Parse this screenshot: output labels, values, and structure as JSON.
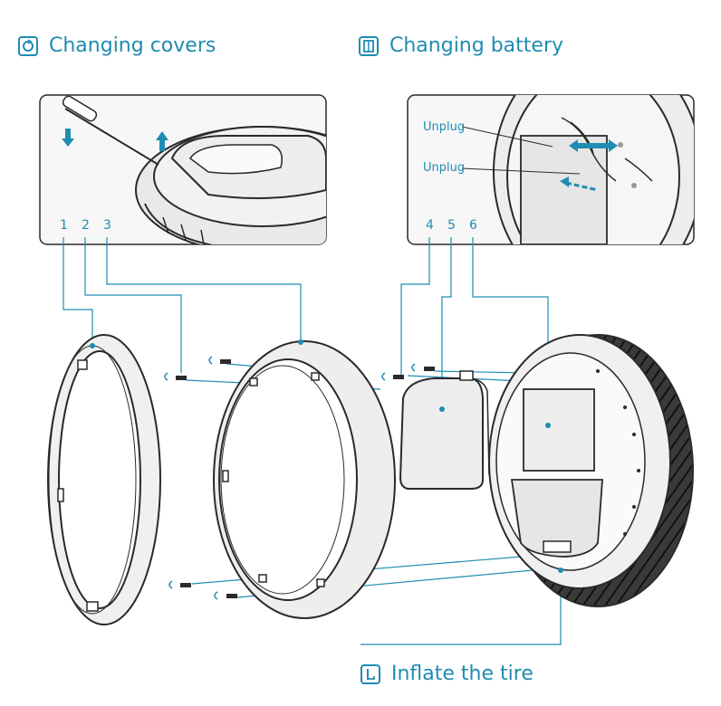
{
  "headings": {
    "changing_covers": "Changing covers",
    "changing_battery": "Changing battery",
    "inflate_tire": "Inflate the tire"
  },
  "left_inset": {
    "numbers": [
      "1",
      "2",
      "3"
    ]
  },
  "right_inset": {
    "numbers": [
      "4",
      "5",
      "6"
    ],
    "callouts": [
      "Unplug",
      "Unplug"
    ]
  },
  "colors": {
    "accent": "#1f8cb2",
    "line": "#2a2a2a",
    "panel_bg": "#f7f7f7"
  },
  "icons": [
    "cover-rotate-icon",
    "battery-icon",
    "tire-pump-icon"
  ]
}
